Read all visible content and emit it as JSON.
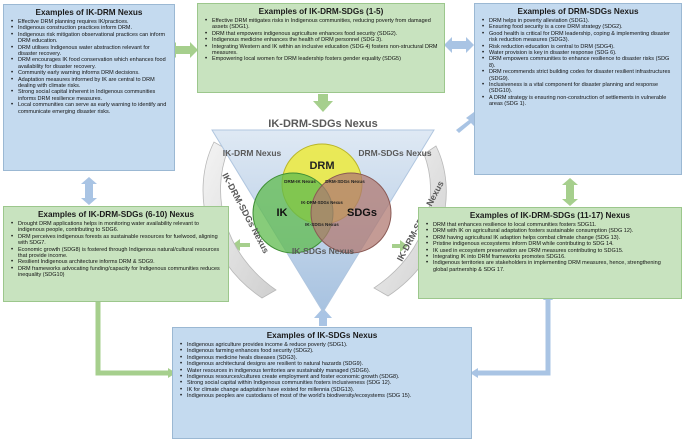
{
  "diagram": {
    "center_title": "IK-DRM-SDGs Nexus",
    "circles": {
      "drm": "DRM",
      "ik": "IK",
      "sdgs": "SDGs"
    },
    "overlaps": {
      "drm_ik": "DRM-IK Nexus",
      "drm_sdgs": "DRM-SDGs Nexus",
      "center": "IK-DRM-SDGs Nexus",
      "ik_sdgs": "IK-SDGs Nexus"
    },
    "triangle_labels": {
      "ik_drm": "IK-DRM Nexus",
      "drm_sdgs": "DRM-SDGs Nexus",
      "ik_sdgs": "IK-SDGs Nexus"
    },
    "arc_labels": {
      "left": "IK-DRM-SDGs Nexus",
      "right": "IK-DRM-SDGs Nexus"
    }
  },
  "boxes": {
    "ik_drm": {
      "title": "Examples of IK-DRM Nexus",
      "items": [
        "Effective DRM planning requires IK/practices.",
        "Indigenous construction practices inform DRM.",
        "Indigenous risk mitigation observational practices can inform DRM education.",
        "DRM utilises Indigenous water abstraction relevant for disaster recovery.",
        "DRM encourages IK food conservation which enhances food availability for disaster recovery.",
        "Community early warning informs DRM decisions.",
        "Adaptation measures informed by IK are central to DRM dealing with climate risks.",
        "Strong social capital inherent in Indigenous communities informs DRM resilience measures.",
        "Local communities can serve as early warning to identify and communicate emerging disaster risks."
      ]
    },
    "sdgs_1_5": {
      "title": "Examples of IK-DRM-SDGs (1-5)",
      "items": [
        "Effective DRM mitigates risks in Indigenous communities, reducing poverty from damaged assets (SDG1).",
        "DRM that empowers indigenous agriculture enhances food security (SDG2).",
        "Indigenous medicine enhances the health of DRM personnel (SDG 3).",
        "Integrating Western and IK within an inclusive education (SDG 4) fosters non-structural DRM measures.",
        "Empowering local women for DRM leadership fosters gender equality (SDG5)"
      ]
    },
    "drm_sdgs": {
      "title": "Examples of DRM-SDGs Nexus",
      "items": [
        "DRM helps in poverty alleviation (SDG1).",
        "Ensuring food security is a core DRM strategy (SDG2).",
        "Good health is critical for DRM leadership, coping & implementing disaster risk reduction measures (SDG3).",
        "Risk reduction education is central to DRM (SDG4).",
        "Water provision is key in disaster response (SDG 6).",
        "DRM empowers communities to enhance resilience to disaster risks (SDG 8).",
        "DRM recommends strict building codes for disaster resilient infrastructures (SDG9).",
        "Inclusiveness is a vital component for disaster planning and response (SDG10).",
        "A DRM strategy is ensuring non-construction of settlements in vulnerable areas (SDG 1)."
      ]
    },
    "sdgs_6_10": {
      "title": "Examples of IK-DRM-SDGs (6-10) Nexus",
      "items": [
        "Drought DRM applications helps in monitoring water availability relevant to indigenous people, contributing to SDG6.",
        "DRM perceives indigenous forests as sustainable resources for fuelwood, aligning with SDG7.",
        "Economic growth (SDG8) is fostered through Indigenous natural/cultural resources that provide income.",
        "Resilient Indigenous architecture informs DRM &   SDG9.",
        "DRM frameworks advocating funding/capacity for Indigenous communities reduces inequality (SDG10)"
      ]
    },
    "sdgs_11_17": {
      "title": "Examples of IK-DRM-SDGs (11-17) Nexus",
      "items": [
        "DRM that enhances resilience to local communities fosters SDG11.",
        "DRM with IK on agricultural adaptation fosters sustainable consumption (SDG 12).",
        "DRM having agricultural IK adaption helps combat climate change (SDG 13).",
        "Pristine indigenous ecosystems inform DRM while contributing to SDG 14.",
        "IK used in ecosystem preservation are DRM measures contributing to SDG15.",
        "Integrating IK into DRM frameworks promotes SDG16.",
        "Indigenous territories are stakeholders in implementing DRM measures, hence, strengthening global partnership & SDG 17."
      ]
    },
    "ik_sdgs": {
      "title": "Examples of IK-SDGs Nexus",
      "items": [
        "Indigenous agriculture provides income & reduce poverty (SDG1).",
        "Indigenous farming enhances food security (SDG2).",
        "Indigenous medicine heals diseases (SDG3).",
        "Indigenous architectural designs are resilient to natural hazards (SDG9).",
        "Water resources in indigenous territories are sustainably managed (SDG6).",
        "Indigenous resources/cultures create employment and foster economic growth (SDG8).",
        "Strong social capital within Indigenous communities fosters inclusiveness (SDG 12).",
        "IK for climate change adaptation have existed for millennia (SDG13).",
        "Indigenous peoples are custodians of most of the world's biodiversity/ecosystems (SDG 15)."
      ]
    }
  },
  "colors": {
    "box_blue": "#c4daef",
    "box_green": "#c8e3bf",
    "circle_drm": "#ecea3c",
    "circle_ik": "#5fbb4e",
    "circle_sdgs": "#b07a72",
    "triangle": "#b9cfe6",
    "arrow_blue": "#a9c4e4",
    "arrow_green": "#a6cf8d"
  }
}
